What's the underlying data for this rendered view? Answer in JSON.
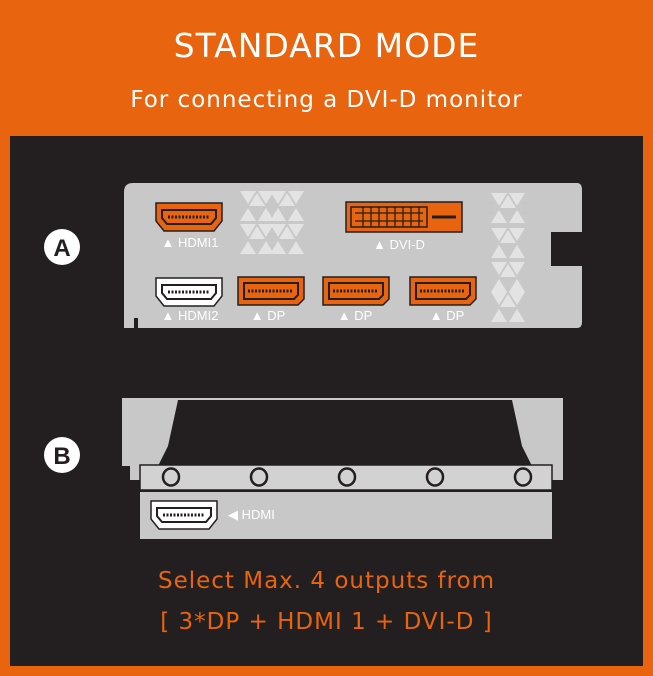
{
  "header": {
    "title": "STANDARD MODE",
    "subtitle": "For connecting a DVI-D monitor"
  },
  "bracket_a": {
    "marker": "A",
    "ports": {
      "hdmi1": "▲ HDMI1",
      "hdmi2": "▲ HDMI2",
      "dvid": "▲ DVI-D",
      "dp1": "▲ DP",
      "dp2": "▲ DP",
      "dp3": "▲ DP"
    }
  },
  "bracket_b": {
    "marker": "B",
    "ports": {
      "hdmi": "◀ HDMI"
    }
  },
  "footer": {
    "line1": "Select Max. 4 outputs from",
    "line2": "[ 3*DP + HDMI 1 + DVI-D ]"
  },
  "colors": {
    "accent": "#e8640f",
    "panel": "#231f20",
    "bracket": "#c8c8c8",
    "vent": "#e3e3e3"
  }
}
